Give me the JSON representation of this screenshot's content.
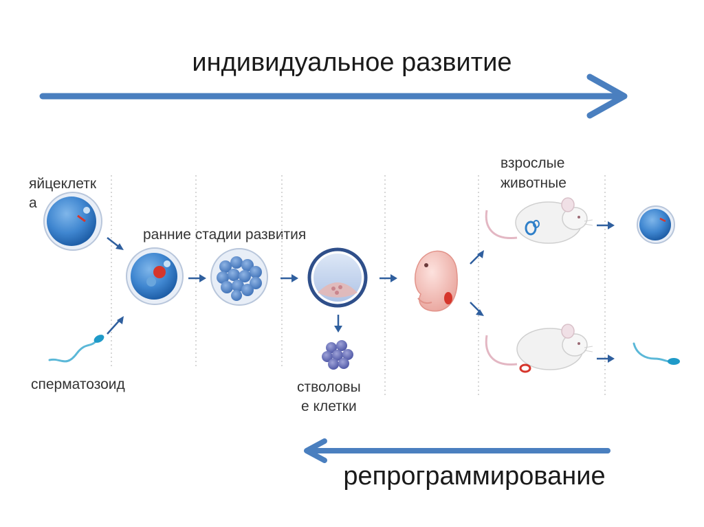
{
  "titles": {
    "top": "индивидуальное развитие",
    "bottom": "репрограммирование"
  },
  "labels": {
    "egg_line1": "яйцеклетк",
    "egg_line2": "а",
    "sperm": "сперматозоид",
    "early": "ранние стадии развития",
    "stem_line1": "стволовы",
    "stem_line2": "е клетки",
    "adults_line1": "взрослые",
    "adults_line2": "животные"
  },
  "colors": {
    "arrow_big": "#4a7fbf",
    "arrow_small": "#2f5f9e",
    "cell_blue": "#3f86d0",
    "nucleus_red": "#d6362c",
    "mouse_white": "#f2f2f2",
    "embryo_pink": "#f2b8b2"
  }
}
